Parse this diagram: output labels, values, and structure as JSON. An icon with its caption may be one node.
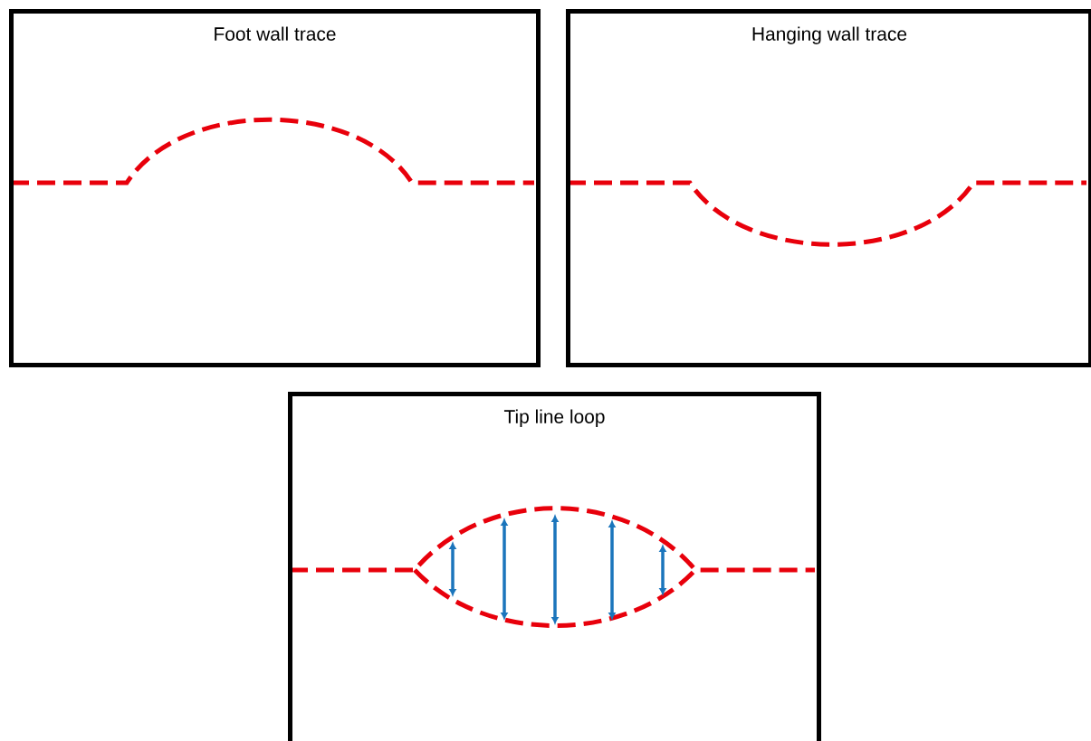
{
  "diagram": {
    "nodes": [
      {
        "text": [
          "Foot wall trace"
        ]
      },
      {
        "text": [
          "Hanging wall trace"
        ]
      },
      {
        "text": [
          "Tip line loop"
        ]
      }
    ]
  }
}
